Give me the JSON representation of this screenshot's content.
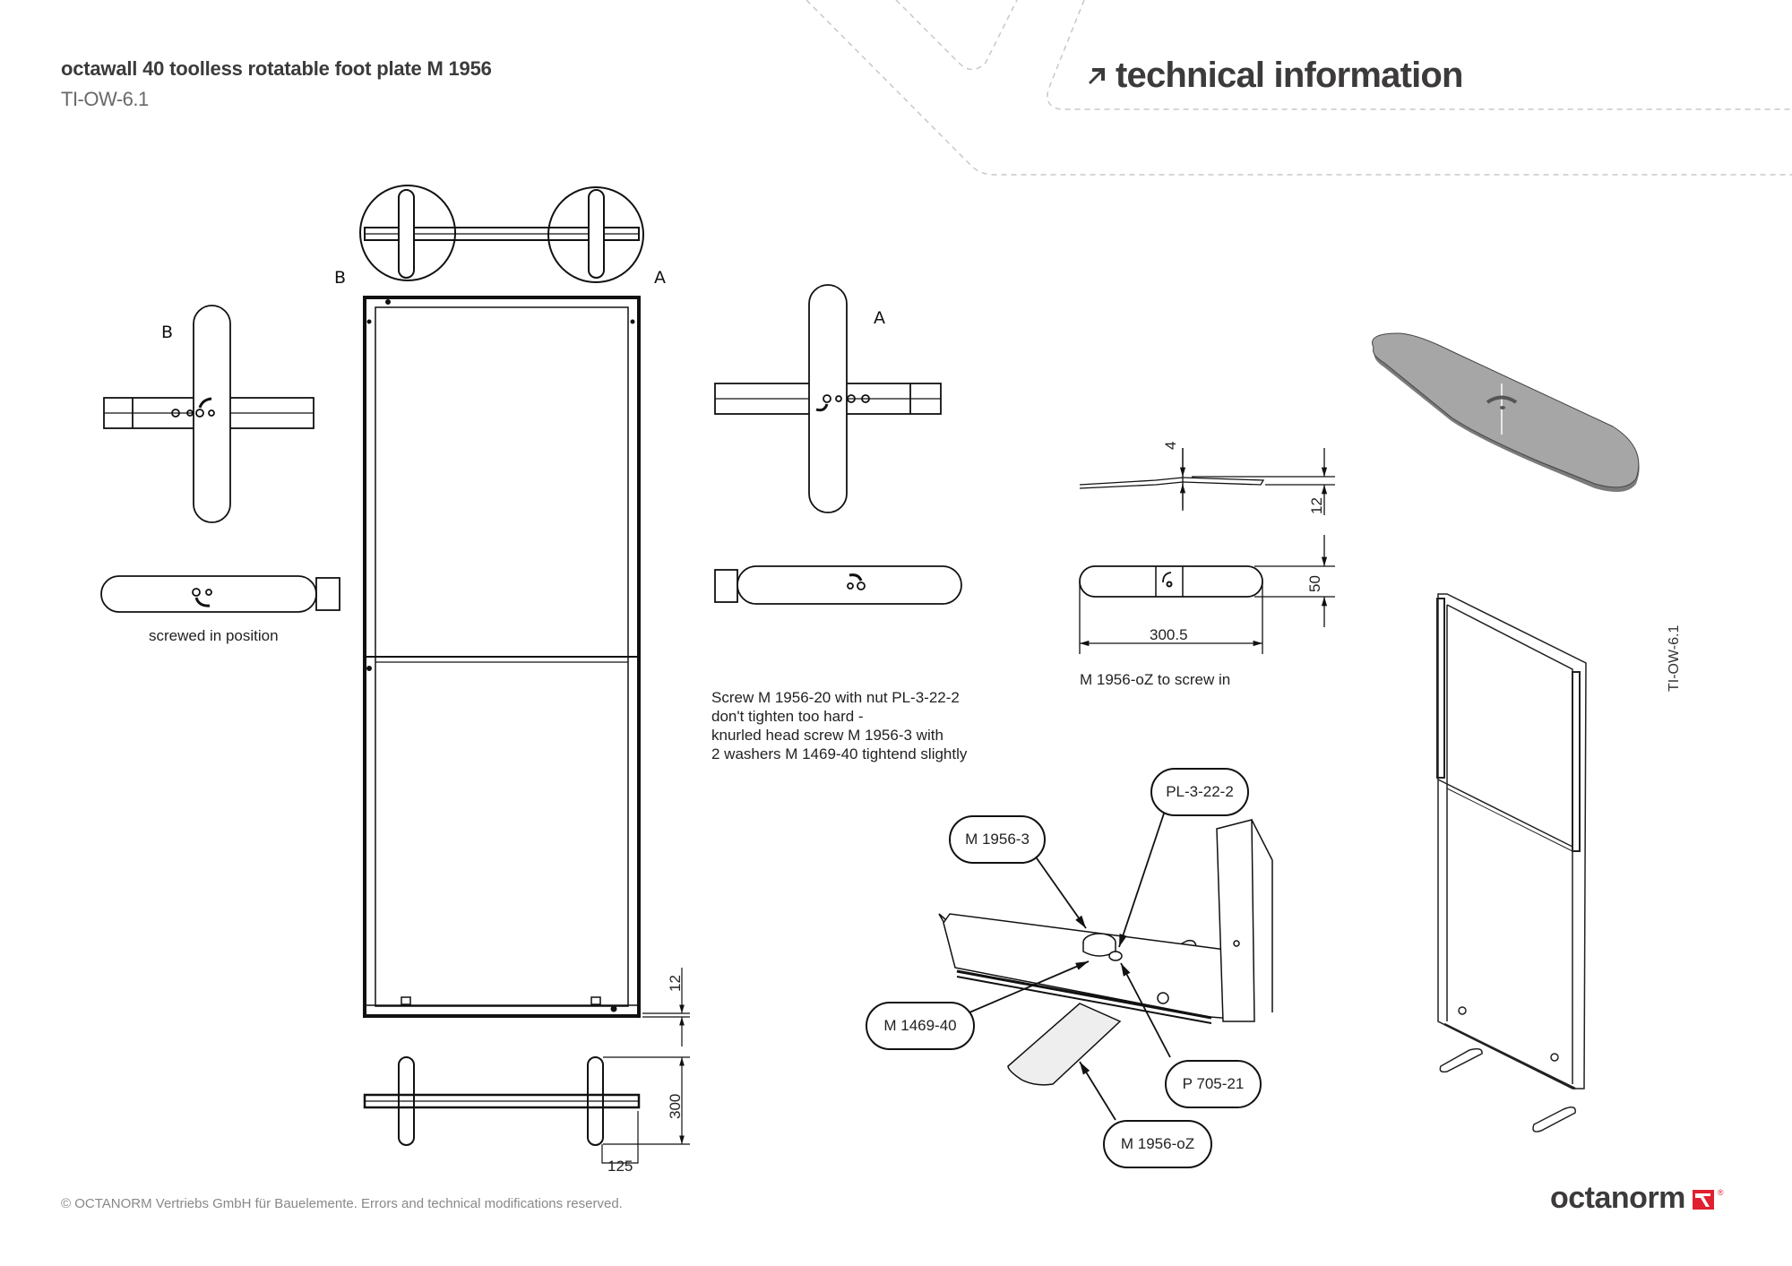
{
  "header": {
    "title": "octawall 40 toolless rotatable foot plate M 1956",
    "code": "TI-OW-6.1",
    "section_title": "technical information",
    "section_icon": "arrow-up-right-icon"
  },
  "drawings": {
    "top_view_labels": {
      "left": "B",
      "right": "A"
    },
    "detail_b": {
      "label": "B",
      "caption": "screwed in position"
    },
    "detail_a": {
      "label": "A"
    },
    "assembly_note": [
      "Screw M 1956-20 with nut PL-3-22-2",
      "don't tighten too hard -",
      "knurled head screw M 1956-3 with",
      "2 washers M 1469-40 tightend slightly"
    ],
    "plate_dimensions": {
      "thickness": "4",
      "rise": "12",
      "width": "50",
      "length": "300.5",
      "caption": "M 1956-oZ to screw in"
    },
    "frame_dimensions": {
      "ground_clearance": "12",
      "foot_length": "300",
      "foot_offset": "125"
    },
    "callouts": {
      "knurled_screw": "M 1956-3",
      "nut": "PL-3-22-2",
      "washer": "M 1469-40",
      "profile": "P 705-21",
      "foot_plate": "M 1956-oZ"
    },
    "side_code": "TI-OW-6.1"
  },
  "footer": {
    "copyright": "© OCTANORM Vertriebs GmbH für Bauelemente. Errors and technical modifications reserved.",
    "brand": "octanorm",
    "brand_mark": "®",
    "brand_color": "#e1202f"
  }
}
